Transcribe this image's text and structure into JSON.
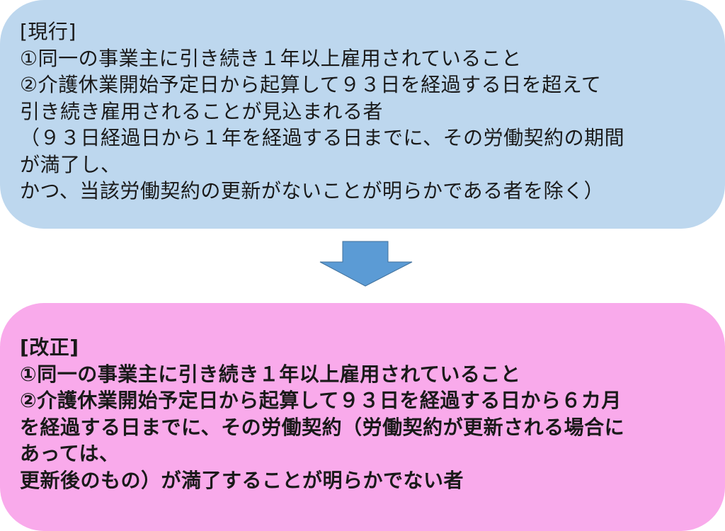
{
  "colors": {
    "current_box": "#bdd7ee",
    "revised_box": "#f9aaeb",
    "arrow": "#5b9bd5"
  },
  "current": {
    "label": "[現行]",
    "lines": [
      "①同一の事業主に引き続き１年以上雇用されていること",
      "②介護休業開始予定日から起算して９３日を経過する日を超えて",
      "引き続き雇用されることが見込まれる者",
      "（９３日経過日から１年を経過する日までに、その労働契約の期間",
      "が満了し、",
      "かつ、当該労働契約の更新がないことが明らかである者を除く）"
    ]
  },
  "arrow_icon": "down-arrow",
  "revised": {
    "label": "[改正]",
    "lines": [
      "①同一の事業主に引き続き１年以上雇用されていること",
      "②介護休業開始予定日から起算して９３日を経過する日から６カ月",
      "を経過する日までに、その労働契約（労働契約が更新される場合に",
      "あっては、",
      "更新後のもの）が満了することが明らかでない者"
    ]
  }
}
